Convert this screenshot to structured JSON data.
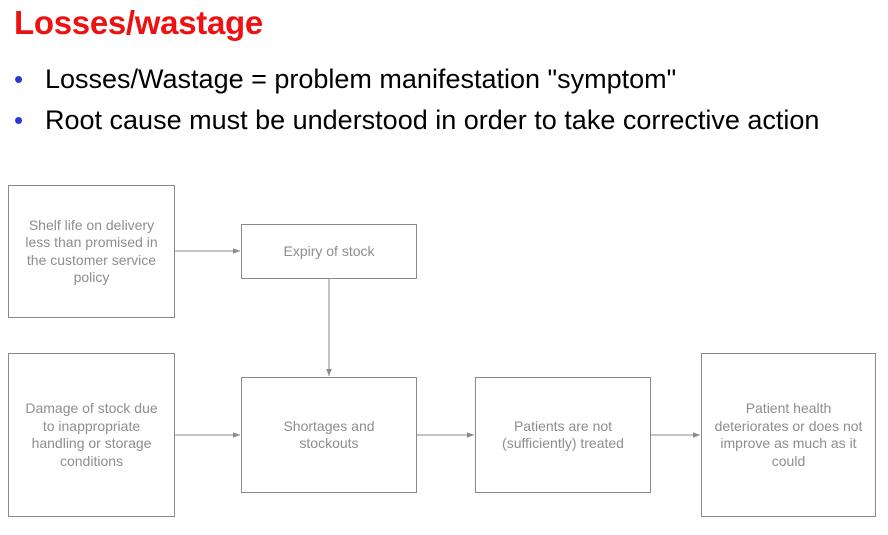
{
  "slide": {
    "title": "Losses/wastage",
    "bullets": [
      "Losses/Wastage = problem manifestation \"symptom\"",
      "Root cause must be understood in order to take corrective action"
    ]
  },
  "diagram": {
    "nodes": {
      "shelf_life": "Shelf life on delivery less than promised in the customer service policy",
      "expiry": "Expiry of stock",
      "damage": "Damage of stock due to inappropriate handling or storage conditions",
      "shortages": "Shortages and stockouts",
      "patients": "Patients are not (sufficiently) treated",
      "health": "Patient health deteriorates or does not improve as much as it could"
    },
    "edges": [
      [
        "shelf_life",
        "expiry"
      ],
      [
        "expiry",
        "shortages"
      ],
      [
        "damage",
        "shortages"
      ],
      [
        "shortages",
        "patients"
      ],
      [
        "patients",
        "health"
      ]
    ]
  }
}
